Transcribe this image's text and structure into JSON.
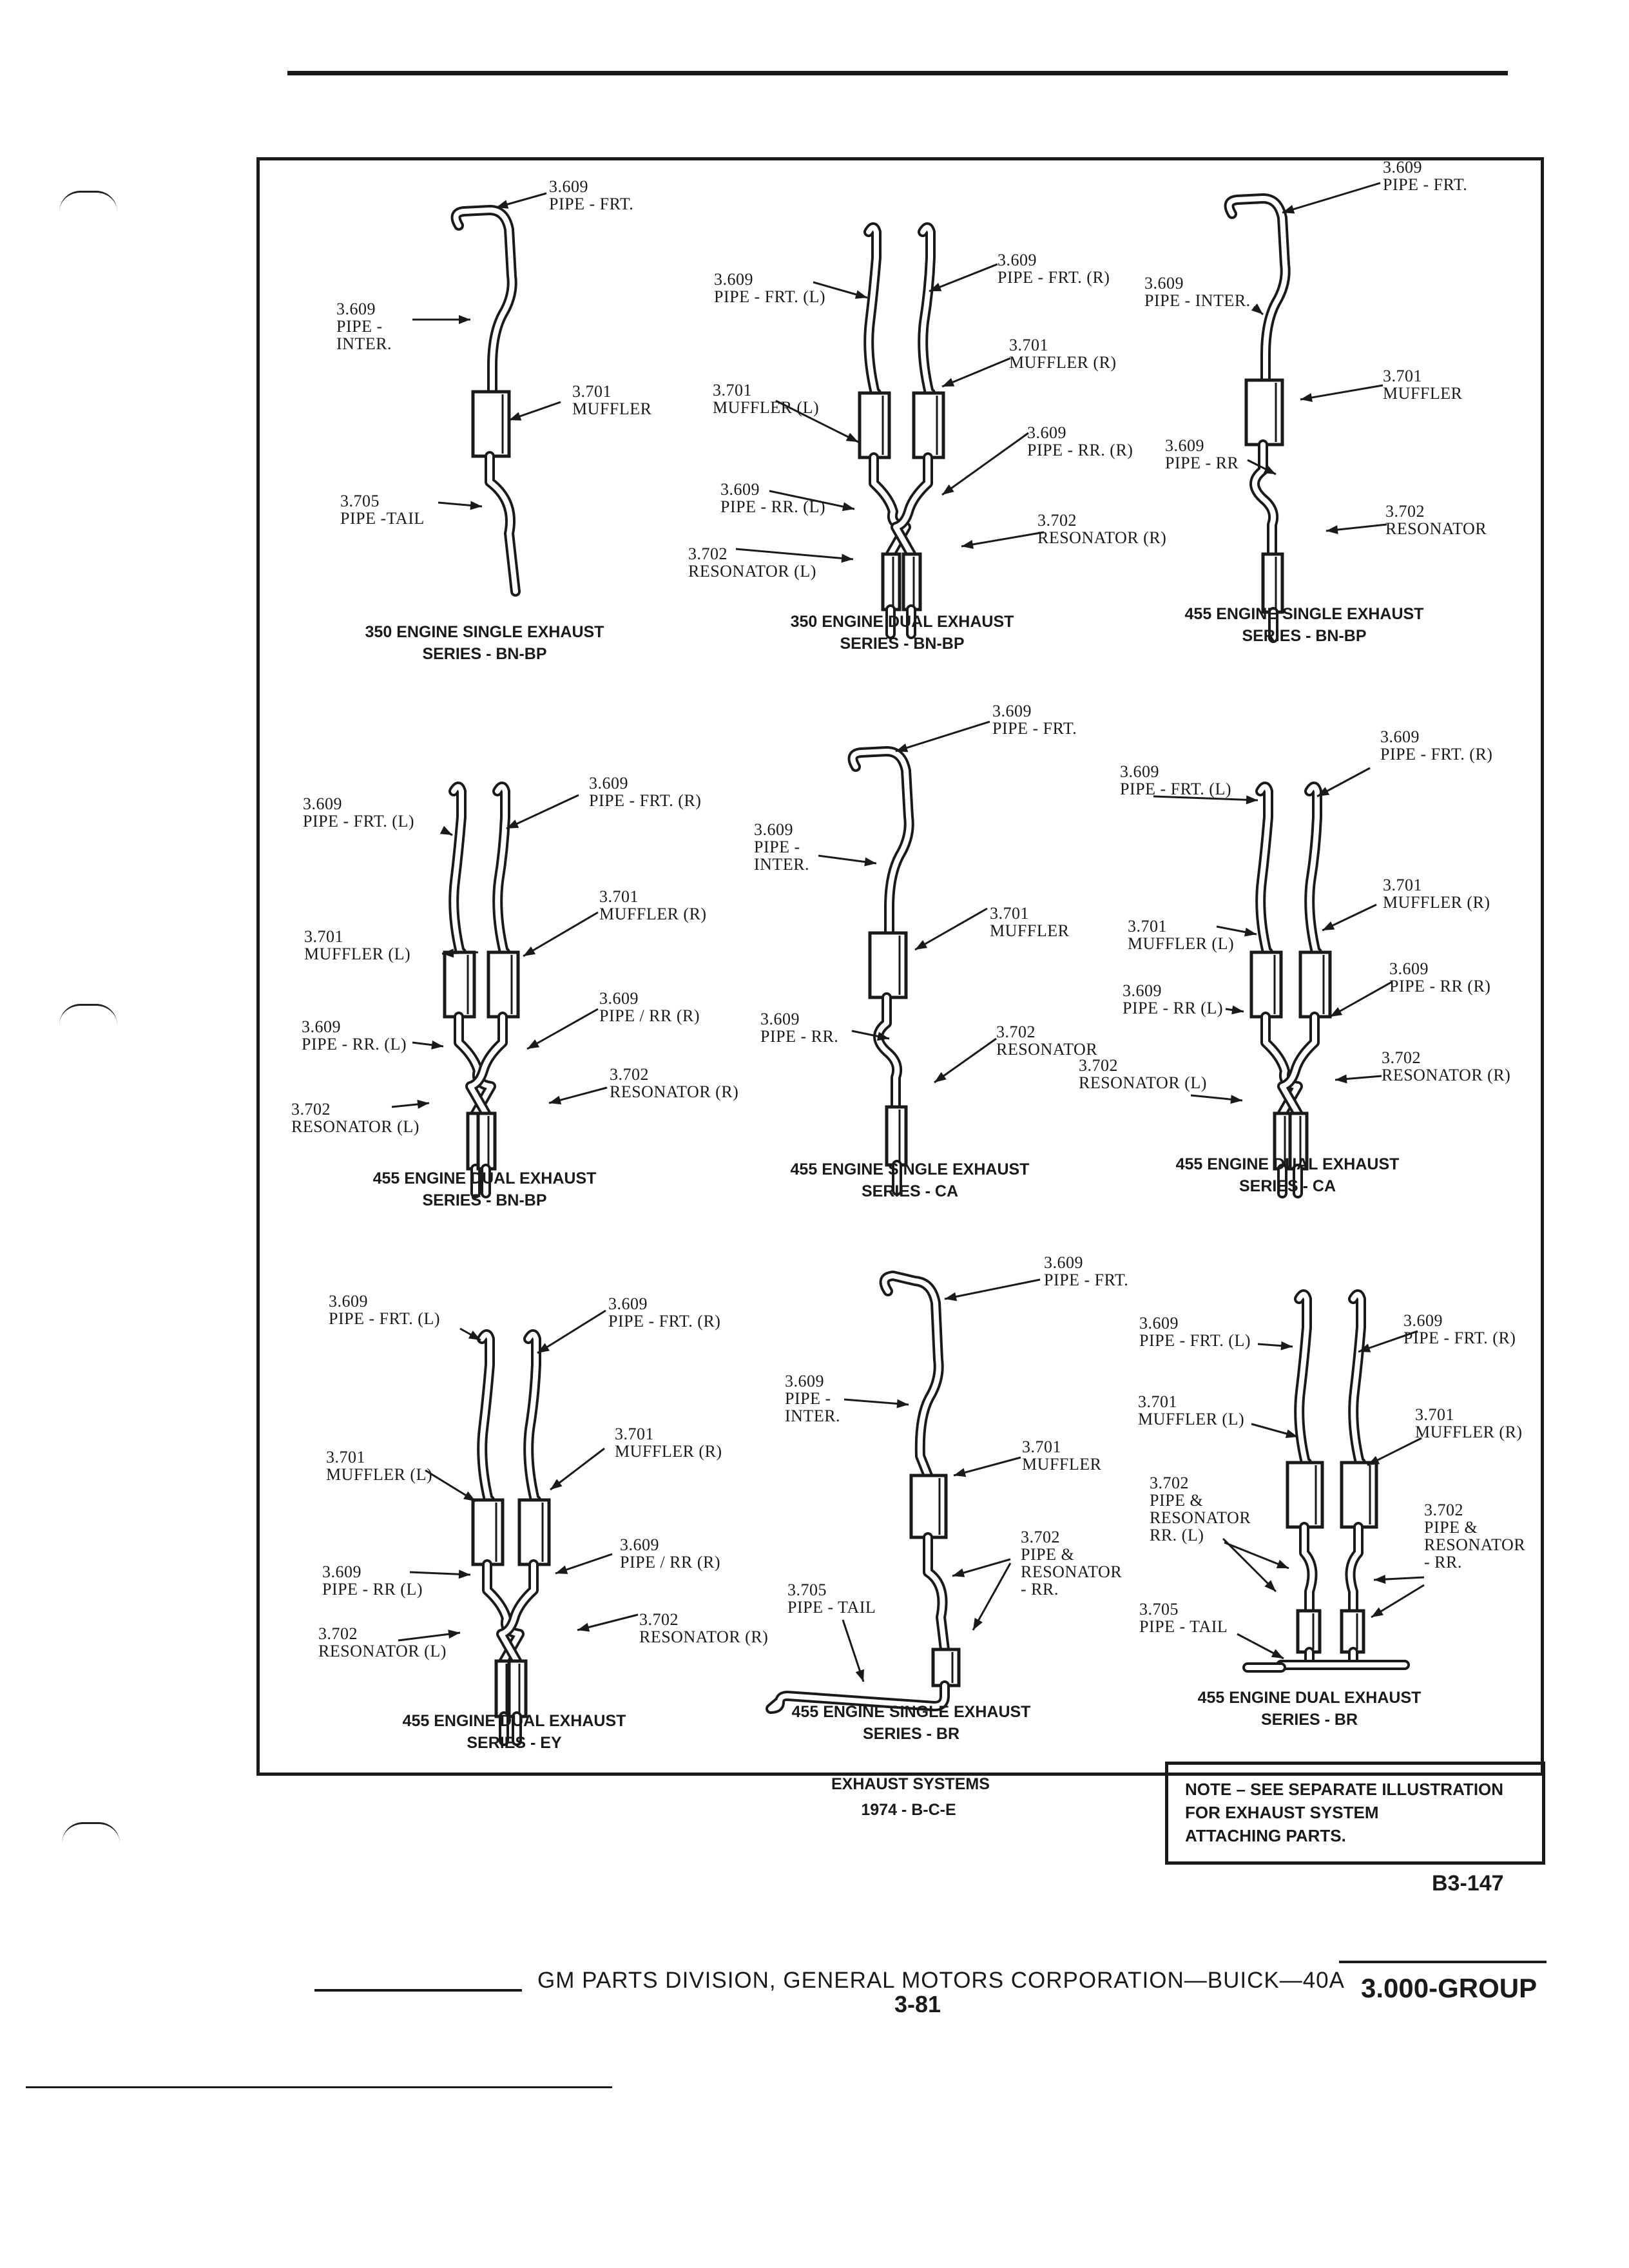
{
  "diagrams": [
    {
      "title": "350 ENGINE SINGLE EXHAUST",
      "series": "SERIES - BN-BP",
      "labels": [
        "3.609\nPIPE - FRT.",
        "3.609\nPIPE -\nINTER.",
        "3.701\nMUFFLER",
        "3.705\nPIPE -TAIL"
      ]
    },
    {
      "title": "350 ENGINE DUAL EXHAUST",
      "series": "SERIES - BN-BP",
      "labels": [
        "3.609\nPIPE - FRT. (L)",
        "3.609\nPIPE - FRT. (R)",
        "3.701\nMUFFLER (R)",
        "3.701\nMUFFLER (L)",
        "3.609\nPIPE - RR. (R)",
        "3.609\nPIPE - RR. (L)",
        "3.702\nRESONATOR (R)",
        "3.702\nRESONATOR (L)"
      ]
    },
    {
      "title": "455 ENGINE SINGLE EXHAUST",
      "series": "SERIES - BN-BP",
      "labels": [
        "3.609\nPIPE - FRT.",
        "3.609\nPIPE - INTER.",
        "3.701\nMUFFLER",
        "3.609\nPIPE - RR",
        "3.702\nRESONATOR"
      ]
    },
    {
      "title": "455 ENGINE DUAL EXHAUST",
      "series": "SERIES - BN-BP",
      "labels": [
        "3.609\nPIPE - FRT. (L)",
        "3.609\nPIPE - FRT. (R)",
        "3.701\nMUFFLER (R)",
        "3.701\nMUFFLER (L)",
        "3.609\nPIPE / RR (R)",
        "3.609\nPIPE - RR. (L)",
        "3.702\nRESONATOR (R)",
        "3.702\nRESONATOR (L)"
      ]
    },
    {
      "title": "455 ENGINE SINGLE EXHAUST",
      "series": "SERIES - CA",
      "labels": [
        "3.609\nPIPE - FRT.",
        "3.609\nPIPE -\nINTER.",
        "3.701\nMUFFLER",
        "3.609\nPIPE - RR.",
        "3.702\nRESONATOR"
      ]
    },
    {
      "title": "455 ENGINE DUAL EXHAUST",
      "series": "SERIES - CA",
      "labels": [
        "3.609\nPIPE - FRT. (L)",
        "3.609\nPIPE - FRT. (R)",
        "3.701\nMUFFLER (R)",
        "3.701\nMUFFLER (L)",
        "3.609\nPIPE - RR (R)",
        "3.609\nPIPE - RR (L)",
        "3.702\nRESONATOR (L)",
        "3.702\nRESONATOR (R)"
      ]
    },
    {
      "title": "455 ENGINE DUAL EXHAUST",
      "series": "SERIES - EY",
      "labels": [
        "3.609\nPIPE - FRT. (L)",
        "3.609\nPIPE - FRT. (R)",
        "3.701\nMUFFLER (R)",
        "3.701\nMUFFLER (L)",
        "3.609\nPIPE / RR (R)",
        "3.609\nPIPE - RR (L)",
        "3.702\nRESONATOR (R)",
        "3.702\nRESONATOR (L)"
      ]
    },
    {
      "title": "455 ENGINE SINGLE EXHAUST",
      "series": "SERIES - BR",
      "labels": [
        "3.609\nPIPE - FRT.",
        "3.609\nPIPE -\nINTER.",
        "3.701\nMUFFLER",
        "3.702\nPIPE &\nRESONATOR\n- RR.",
        "3.705\nPIPE - TAIL"
      ]
    },
    {
      "title": "455 ENGINE DUAL EXHAUST",
      "series": "SERIES - BR",
      "labels": [
        "3.609\nPIPE - FRT. (L)",
        "3.609\nPIPE - FRT. (R)",
        "3.701\nMUFFLER (L)",
        "3.701\nMUFFLER (R)",
        "3.702\nPIPE &\nRESONATOR\nRR. (L)",
        "3.702\nPIPE &\nRESONATOR\n- RR.",
        "3.705\nPIPE - TAIL"
      ]
    }
  ],
  "figure_caption": {
    "line1": "EXHAUST SYSTEMS",
    "line2": "1974 - B-C-E"
  },
  "note": "NOTE – SEE SEPARATE ILLUSTRATION\nFOR EXHAUST SYSTEM\nATTACHING PARTS.",
  "figure_code": "B3-147",
  "footer": {
    "publisher": "GM PARTS DIVISION, GENERAL MOTORS CORPORATION—BUICK—40A",
    "page_number": "3-81",
    "group": "3.000-GROUP"
  }
}
